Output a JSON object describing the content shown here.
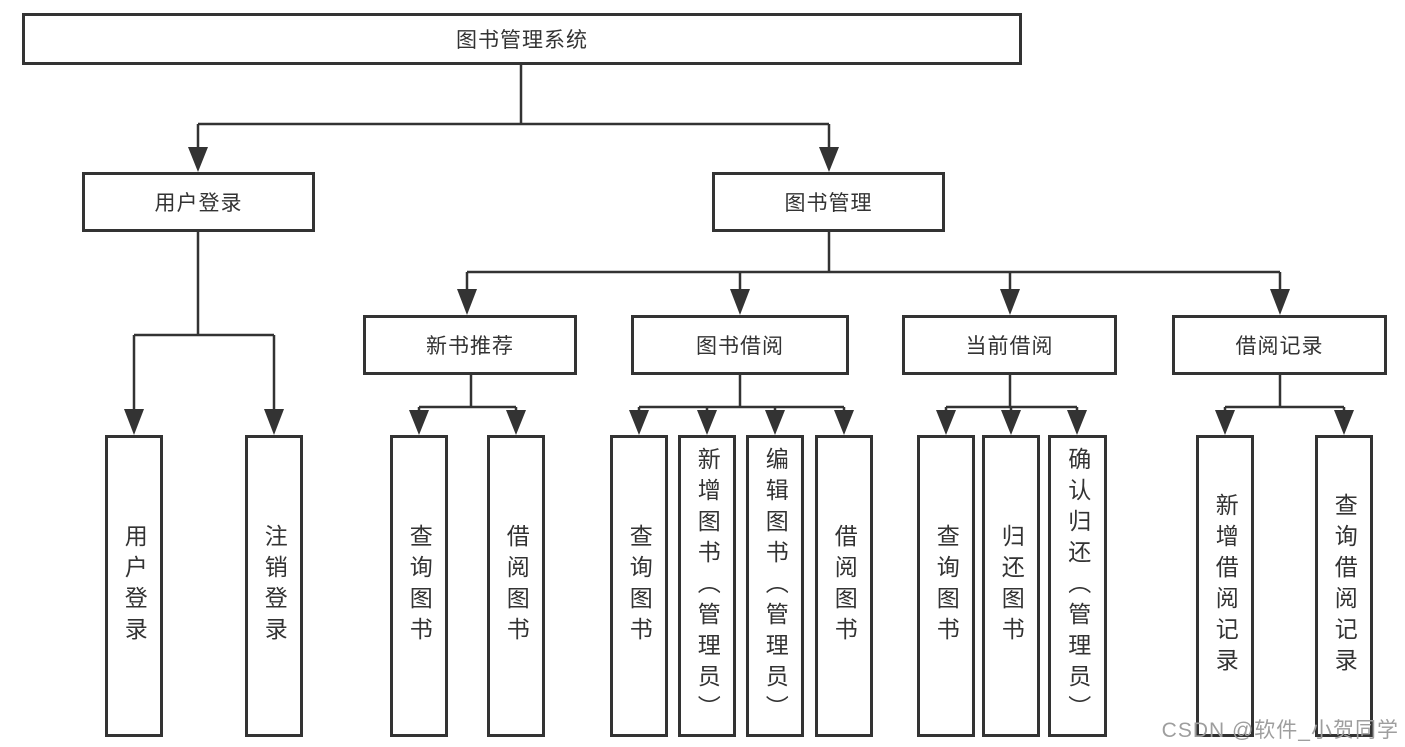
{
  "tree": {
    "root": "图书管理系统",
    "children": [
      {
        "label": "用户登录",
        "children": [
          "用户登录",
          "注销登录"
        ]
      },
      {
        "label": "图书管理",
        "children": [
          {
            "label": "新书推荐",
            "children": [
              "查询图书",
              "借阅图书"
            ]
          },
          {
            "label": "图书借阅",
            "children": [
              "查询图书",
              "新增图书（管理员）",
              "编辑图书（管理员）",
              "借阅图书"
            ]
          },
          {
            "label": "当前借阅",
            "children": [
              "查询图书",
              "归还图书",
              "确认归还（管理员）"
            ]
          },
          {
            "label": "借阅记录",
            "children": [
              "新增借阅记录",
              "查询借阅记录"
            ]
          }
        ]
      }
    ]
  },
  "watermark": "CSDN @软件_小贺同学",
  "colors": {
    "line": "#333333",
    "text": "#333333",
    "watermark": "#9e9e9e",
    "background": "#ffffff"
  }
}
